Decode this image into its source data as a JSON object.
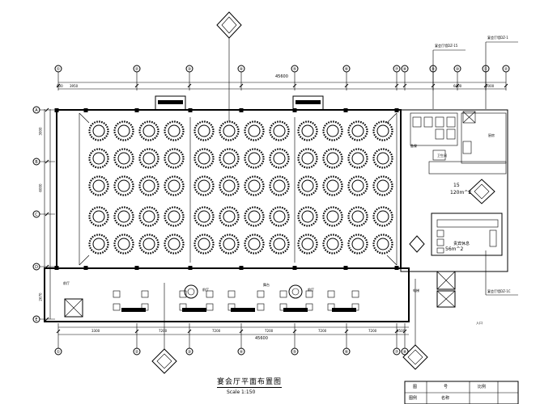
{
  "title": "宴会厅平面布置图",
  "scale": "Scale 1:150",
  "grid_bubbles": [
    "①",
    "②",
    "③",
    "④",
    "⑤",
    "⑥",
    "⑦",
    "⑧",
    "⑨",
    "⑩"
  ],
  "row_bubbles": [
    "A",
    "B",
    "C",
    "D",
    "E"
  ],
  "dims_top": [
    "900",
    "3950",
    "6000",
    "2000"
  ],
  "dim_total": "45600",
  "dims_bottom": [
    "3300",
    "7200",
    "7200",
    "7200",
    "7200",
    "7200",
    "4500"
  ],
  "dims_left": [
    "2670",
    "6000",
    "3000"
  ],
  "rooms": {
    "area_label": "15",
    "area_value": "120m^2",
    "lounge_label": "贵宾休息",
    "lounge_value": "56m^2",
    "kitchen": "厨房",
    "stage": "舞台",
    "pantry": "备餐",
    "washroom": "卫生间",
    "foyer_label": "前厅",
    "elevator": "电梯",
    "entrance": "入口"
  },
  "callouts": [
    "宴会厅墙DZ-15",
    "宴会厅墙DZ-1",
    "宴会厅墙DZ-1C"
  ],
  "title_block": [
    "图",
    "号",
    "图例",
    "名称",
    "比例"
  ]
}
